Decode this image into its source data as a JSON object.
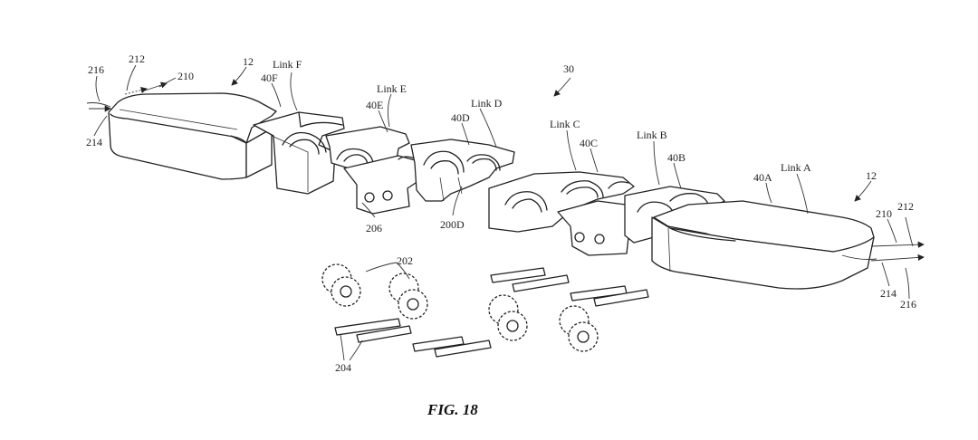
{
  "figure_caption": "FIG. 18",
  "labels": {
    "ref_216_left": "216",
    "ref_212_left": "212",
    "ref_210_left": "210",
    "ref_214_left": "214",
    "ref_12_left": "12",
    "link_f": "Link F",
    "ref_40f": "40F",
    "link_e": "Link E",
    "ref_40e": "40E",
    "ref_40d": "40D",
    "link_d": "Link D",
    "ref_30": "30",
    "link_c": "Link C",
    "ref_40c": "40C",
    "link_b": "Link B",
    "ref_40b": "40B",
    "ref_40a": "40A",
    "link_a": "Link A",
    "ref_12_right": "12",
    "ref_210_right": "210",
    "ref_212_right": "212",
    "ref_214_right": "214",
    "ref_216_right": "216",
    "ref_206": "206",
    "ref_200d": "200D",
    "ref_202": "202",
    "ref_204": "204"
  }
}
